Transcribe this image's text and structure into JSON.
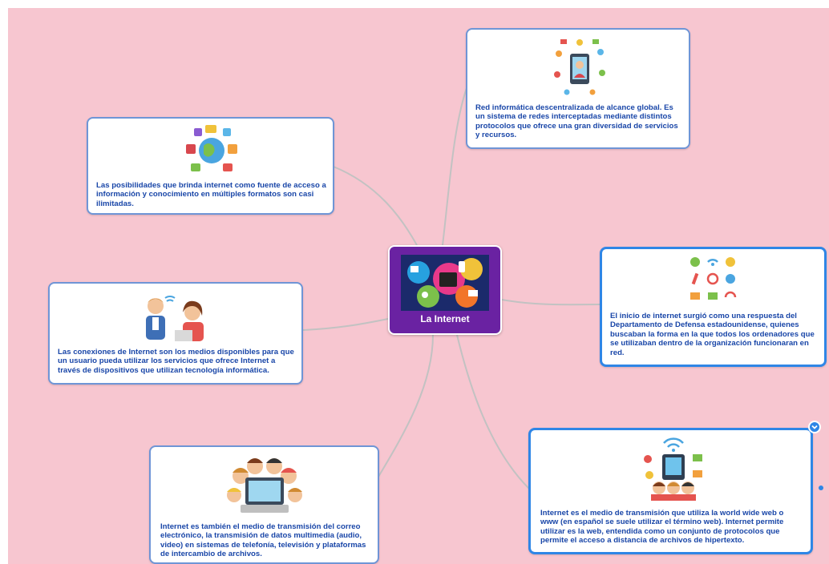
{
  "central": {
    "title": "La Internet",
    "image_icon": "internet-apps-collage-icon"
  },
  "nodes": {
    "top_right": {
      "text": "Red informática descentralizada de alcance global. Es un sistema de redes interceptadas mediante distintos protocolos que ofrece una gran diversidad de servicios y recursos.",
      "icon": "person-tablet-network-icon"
    },
    "top_left": {
      "text": "Las posibilidades que brinda internet como fuente de acceso a información y conocimiento en múltiples formatos son casi ilimitadas.",
      "icon": "globe-people-network-icon"
    },
    "middle_right": {
      "text": "El inicio de internet surgió  como una respuesta del Departamento de Defensa estadounidense, quienes buscaban la forma en la que todos los ordenadores que se utilizaban dentro de la organización funcionaran en red.",
      "icon": "internet-icons-grid-icon"
    },
    "middle_left": {
      "text": "Las conexiones de Internet son los medios disponibles para que un usuario pueda utilizar los servicios que ofrece Internet a través de dispositivos que utilizan tecnología informática.",
      "icon": "people-communicating-icon"
    },
    "bottom_left": {
      "text": "Internet es también el medio de transmisión del correo electrónico, la transmisión de datos multimedia (audio, video) en sistemas de telefonía, televisión y plataformas de intercambio de archivos.",
      "icon": "group-around-computer-icon"
    },
    "bottom_right": {
      "text": "Internet es el medio de transmisión que utiliza la world wide web o www (en español se suele utilizar el término web).   Internet permite utilizar es la web, entendida como un conjunto de protocolos que permite el acceso a distancia de archivos de hipertexto.",
      "icon": "people-phone-wifi-icon"
    }
  },
  "controls": {
    "collapse_icon": "chevron-down-icon"
  },
  "colors": {
    "background": "#f7c6d0",
    "node_border": "#6f95d6",
    "selected_border": "#2f86e6",
    "text": "#1946a8",
    "central_fill": "#6a22a2",
    "connector": "#c2c2c2"
  }
}
